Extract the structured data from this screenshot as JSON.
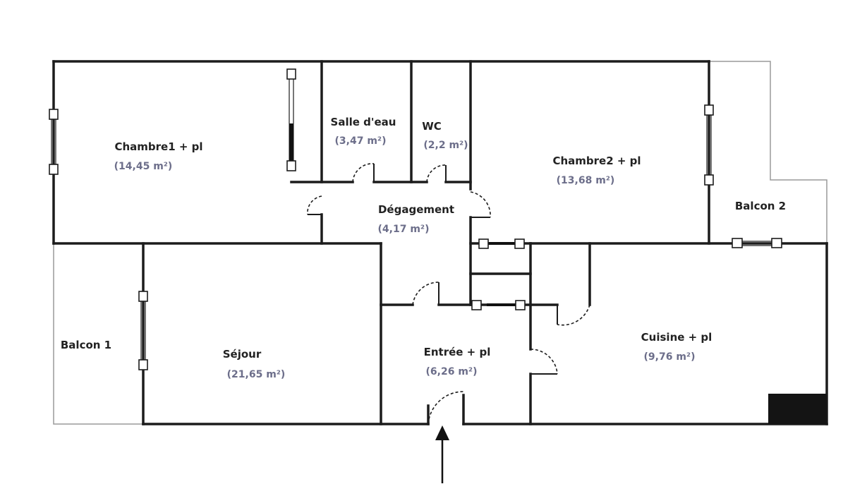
{
  "colors": {
    "wall": "#1c1c1c",
    "area_text": "#6c6e8a",
    "name_text": "#222222"
  },
  "rooms": [
    {
      "id": "chambre1",
      "name": "Chambre1 + pl",
      "area": "(14,45 m²)"
    },
    {
      "id": "salle-deau",
      "name": "Salle d'eau",
      "area": "(3,47 m²)"
    },
    {
      "id": "wc",
      "name": "WC",
      "area": "(2,2 m²)"
    },
    {
      "id": "chambre2",
      "name": "Chambre2 + pl",
      "area": "(13,68 m²)"
    },
    {
      "id": "balcon2",
      "name": "Balcon 2",
      "area": ""
    },
    {
      "id": "degagement",
      "name": "Dégagement",
      "area": "(4,17 m²)"
    },
    {
      "id": "balcon1",
      "name": "Balcon 1",
      "area": ""
    },
    {
      "id": "sejour",
      "name": "Séjour",
      "area": "(21,65 m²)"
    },
    {
      "id": "entree",
      "name": "Entrée + pl",
      "area": "(6,26 m²)"
    },
    {
      "id": "cuisine",
      "name": "Cuisine + pl",
      "area": "(9,76 m²)"
    }
  ],
  "icons": [
    "entrance-arrow-icon"
  ]
}
